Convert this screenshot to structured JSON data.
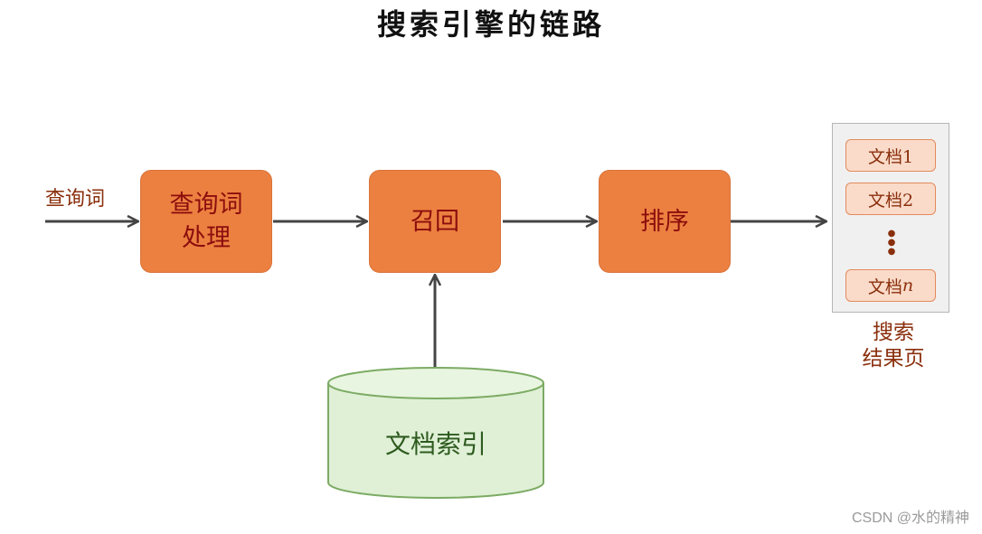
{
  "title": "搜索引擎的链路",
  "input_label": "查询词",
  "nodes": {
    "query_processing": "查询词\n处理",
    "recall": "召回",
    "ranking": "排序"
  },
  "database": {
    "label": "文档索引"
  },
  "results": {
    "docs": [
      "文档1",
      "文档2"
    ],
    "last_doc_prefix": "文档",
    "last_doc_suffix": "n",
    "label": "搜索\n结果页"
  },
  "watermark": "CSDN @水的精神",
  "colors": {
    "process_box": "#ec8040",
    "box_text": "#8b0d0d",
    "database_fill": "#dff0d6",
    "database_stroke": "#7cab63",
    "arrow": "#444444"
  }
}
